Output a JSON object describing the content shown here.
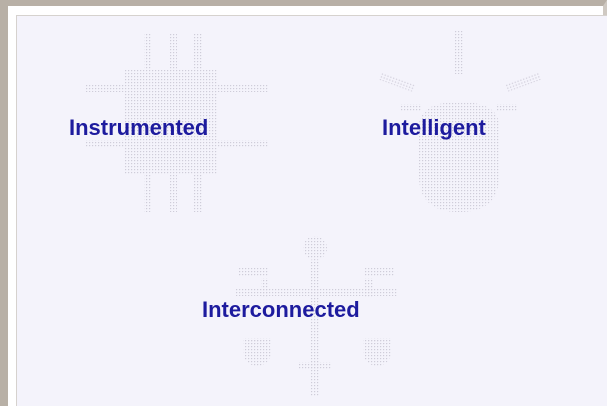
{
  "labels": {
    "instrumented": "Instrumented",
    "intelligent": "Intelligent",
    "interconnected": "Interconnected"
  },
  "colors": {
    "text": "#1d1b9e",
    "background": "#f4f3fb",
    "frame": "#b8b0a6",
    "watermark": "#d2d0dc"
  },
  "icons": {
    "instrumented": "chip-icon",
    "intelligent": "lightbulb-icon",
    "interconnected": "network-icon"
  }
}
